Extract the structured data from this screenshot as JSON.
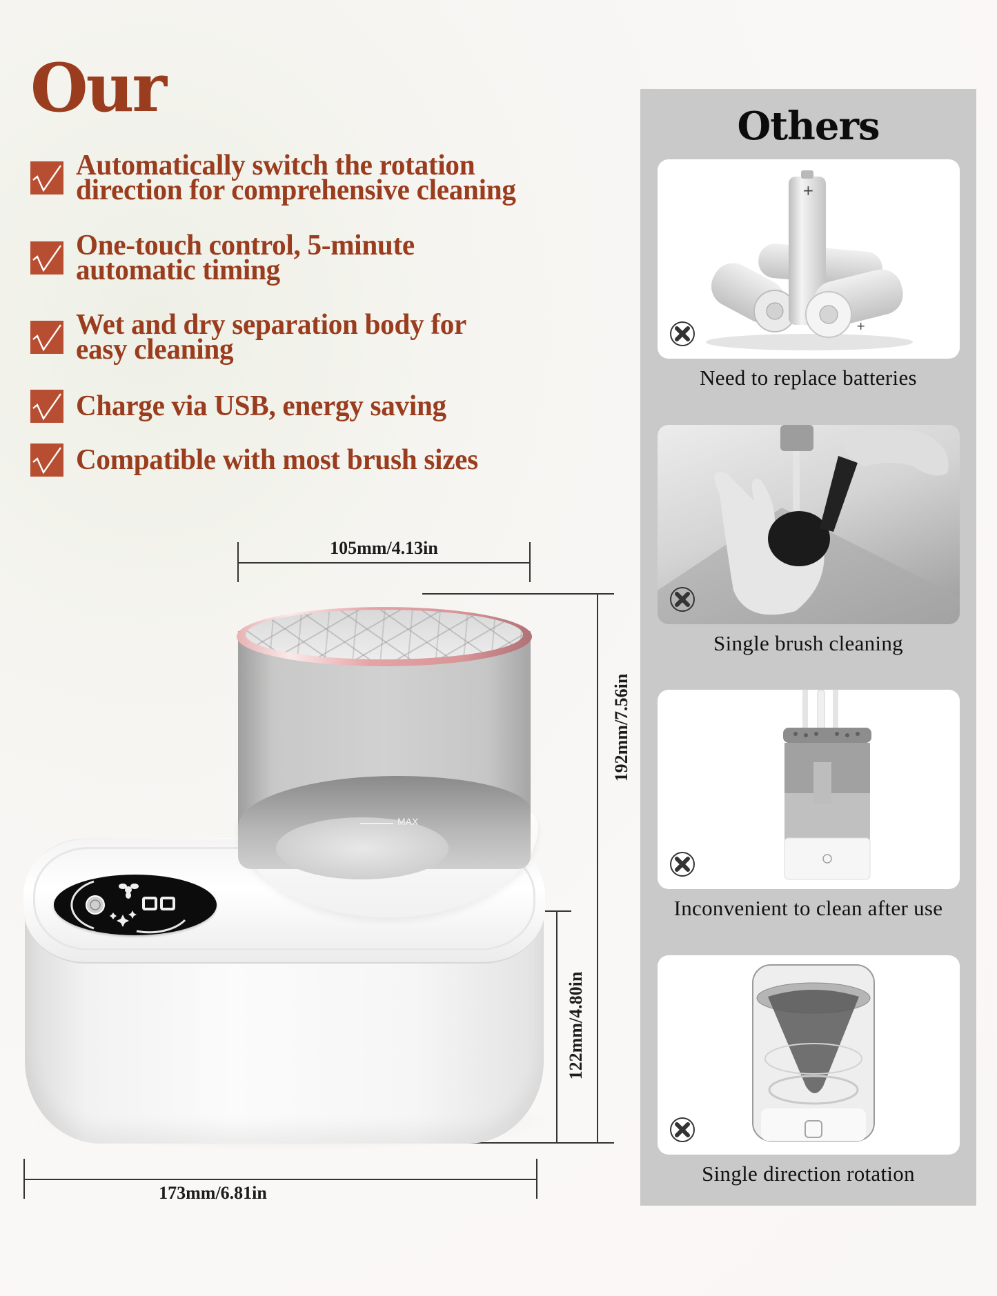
{
  "our": {
    "title": "Our",
    "features": [
      {
        "lines": [
          "Automatically switch the rotation",
          "direction for comprehensive cleaning"
        ]
      },
      {
        "lines": [
          "One-touch control, 5-minute",
          "automatic timing"
        ]
      },
      {
        "lines": [
          "Wet and dry separation body for",
          "easy cleaning"
        ]
      },
      {
        "lines": [
          "Charge via USB, energy saving"
        ]
      },
      {
        "lines": [
          "Compatible with most brush sizes"
        ]
      }
    ],
    "check_icon": "checkmark-icon"
  },
  "dimensions": {
    "cup_width": "105mm/4.13in",
    "base_width": "173mm/6.81in",
    "base_height": "122mm/4.80in",
    "total_height": "192mm/7.56in"
  },
  "product": {
    "max_mark": "MAX",
    "display_digits": "00"
  },
  "others": {
    "title": "Others",
    "items": [
      {
        "label": "Need to replace batteries",
        "image": "batteries-image",
        "icon": "x-circle-icon"
      },
      {
        "label": "Single brush cleaning",
        "image": "hand-washing-brush-image",
        "icon": "x-circle-icon"
      },
      {
        "label": "Inconvenient to clean after use",
        "image": "cylinder-cleaner-image",
        "icon": "x-circle-icon"
      },
      {
        "label": "Single direction rotation",
        "image": "vortex-cleaner-image",
        "icon": "x-circle-icon"
      }
    ]
  },
  "colors": {
    "accent": "#9a3c1e",
    "check_bg": "#b84e31",
    "panel_bg": "#c9c9c9",
    "rim_pink": "#e6a3a6"
  }
}
